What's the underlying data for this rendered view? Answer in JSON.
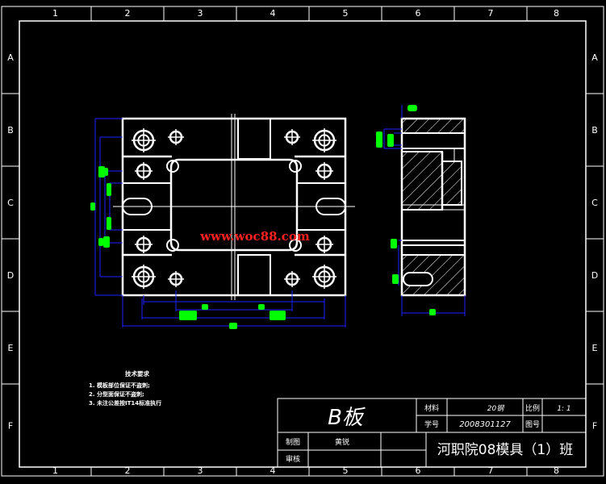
{
  "frame": {
    "cols": [
      "1",
      "2",
      "3",
      "4",
      "5",
      "6",
      "7",
      "8"
    ],
    "rows": [
      "A",
      "B",
      "C",
      "D",
      "E",
      "F"
    ]
  },
  "watermark": "www.woc88.com",
  "notes": {
    "title": "技术要求",
    "items": [
      "1. 模板部位保证不盗刺;",
      "2. 分型面保证不盗刺;",
      "3. 未注公差按IT14标准执行"
    ]
  },
  "title_block": {
    "part_name": "B板",
    "material_label": "材料",
    "material_value": "20钢",
    "scale_label": "比例",
    "scale_value": "1: 1",
    "student_no_label": "学号",
    "student_no_value": "2008301127",
    "drawing_no_label": "图号",
    "drawn_by_label": "制图",
    "drawn_by_value": "黄锐",
    "reviewed_by_label": "审核",
    "school": "河职院08模具（1）班"
  },
  "colors": {
    "background": "#000000",
    "geometry": "#ffffff",
    "dimension": "#2020ff",
    "dimension_text": "#00ff00",
    "watermark": "#ff2020",
    "note_highlight": "#00ff00"
  }
}
